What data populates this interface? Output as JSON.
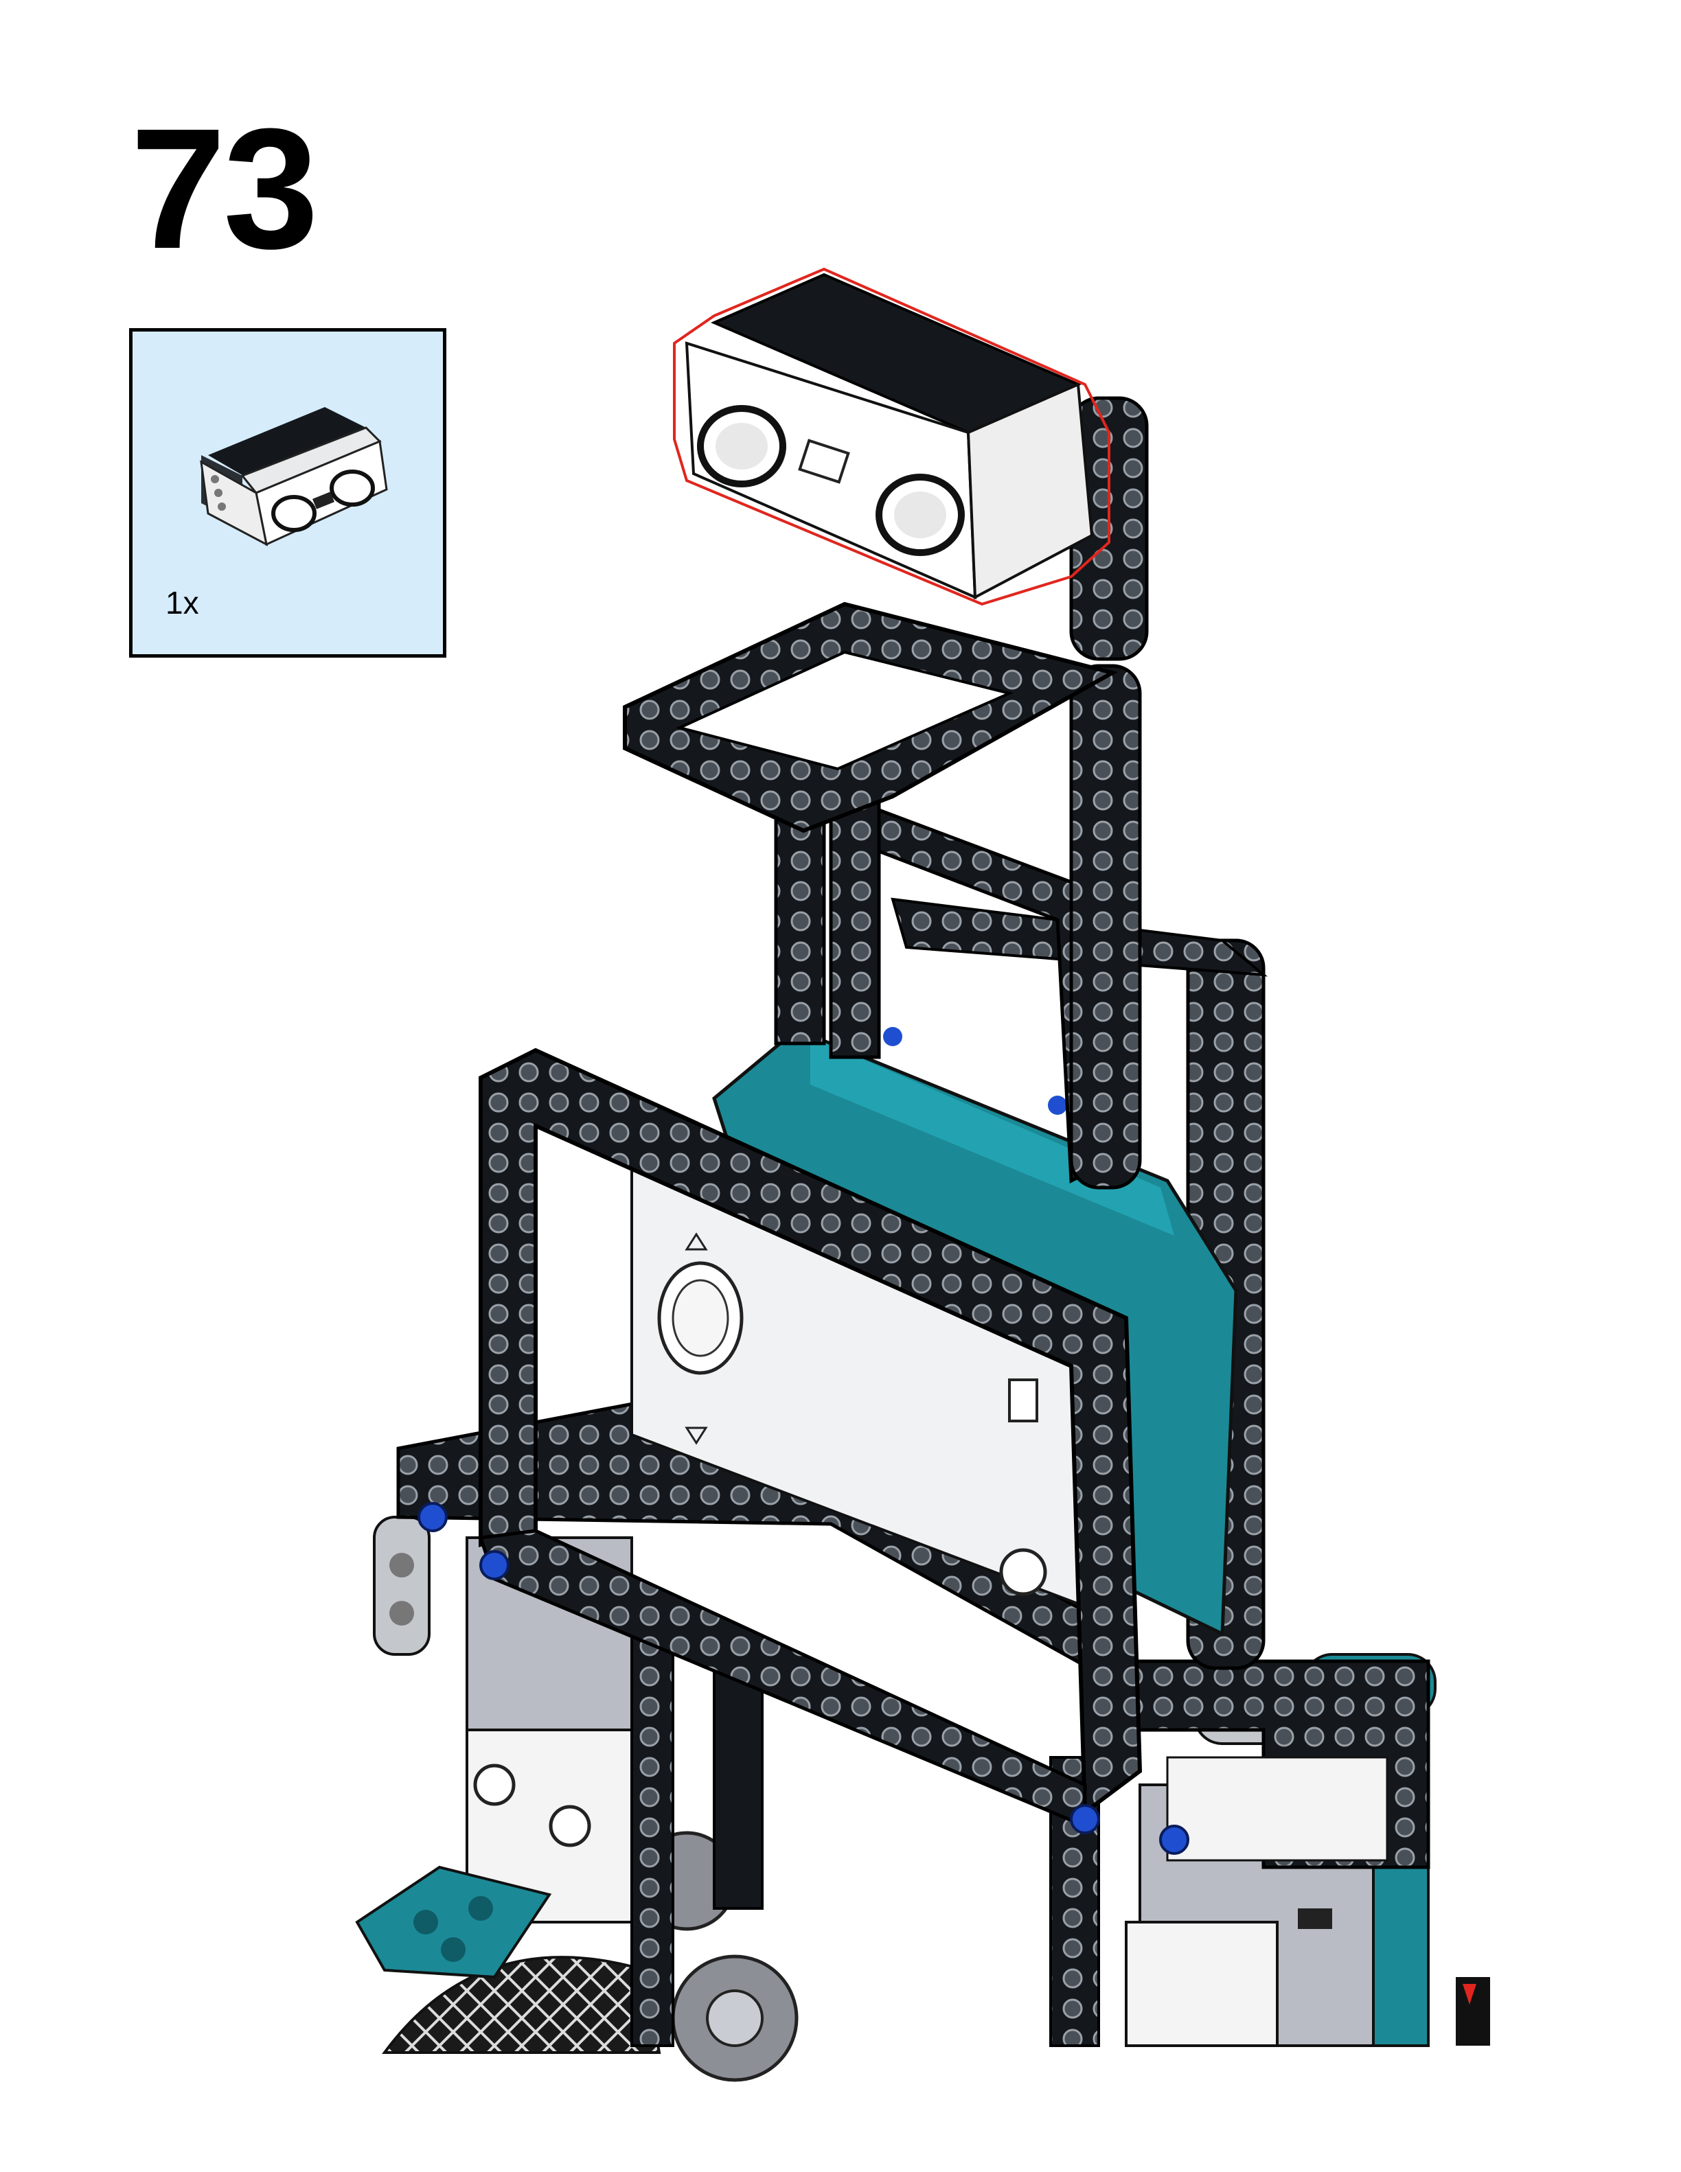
{
  "step": {
    "number": "73"
  },
  "parts_list": {
    "items": [
      {
        "part": "distance-sensor",
        "quantity": "1x"
      }
    ]
  },
  "colors": {
    "background": "#ffffff",
    "parts_box_fill": "#d6ecfb",
    "beam_black": "#14181c",
    "beam_highlight": "#3a4048",
    "hub_white": "#f1f2f3",
    "hub_teal": "#1b8a96",
    "motor_grey": "#b9bcc4",
    "pin_blue": "#1f4fd0",
    "new_part_outline": "#e0261f"
  },
  "icons": {
    "new_part": "distance-sensor-icon",
    "hub": "hub-icon",
    "motor": "motor-icon",
    "gear": "gear-icon",
    "wheel": "wheel-icon"
  }
}
